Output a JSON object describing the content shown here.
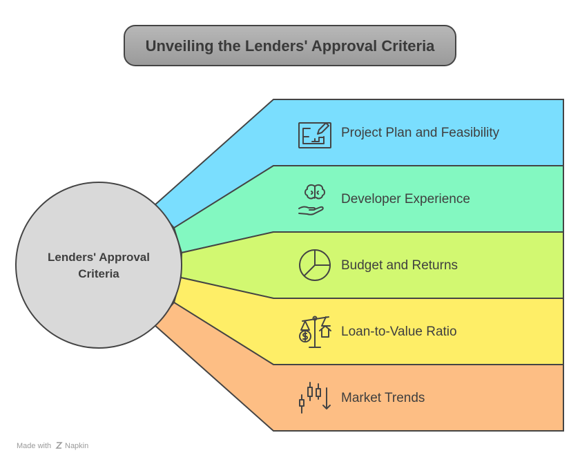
{
  "title": "Unveiling the Lenders' Approval Criteria",
  "center": {
    "line1": "Lenders' Approval",
    "line2": "Criteria"
  },
  "items": [
    {
      "label": "Project Plan and Feasibility",
      "icon": "blueprint-pencil-icon",
      "color": "#7ADEFE"
    },
    {
      "label": "Developer Experience",
      "icon": "brain-hand-icon",
      "color": "#83F8C1"
    },
    {
      "label": "Budget and Returns",
      "icon": "pie-chart-icon",
      "color": "#D2F871"
    },
    {
      "label": "Loan-to-Value Ratio",
      "icon": "balance-scale-icon",
      "color": "#FEEE67"
    },
    {
      "label": "Market Trends",
      "icon": "candlestick-chart-icon",
      "color": "#FDBE84"
    }
  ],
  "footer": {
    "made_with": "Made with",
    "brand": "Napkin"
  }
}
